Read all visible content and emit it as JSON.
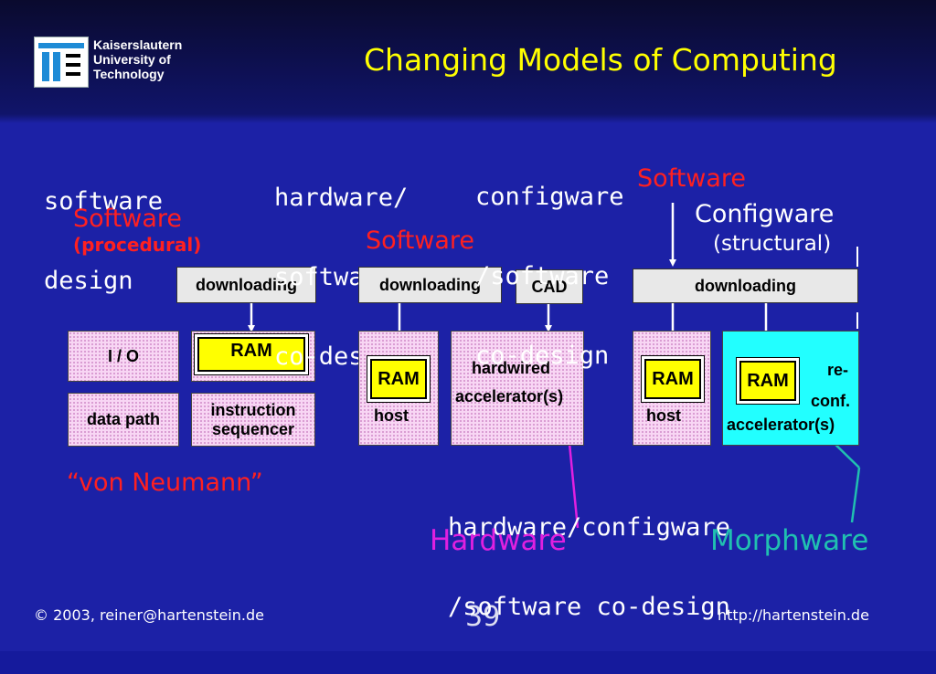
{
  "header": {
    "university": [
      "Kaiserslautern",
      "University of",
      "Technology"
    ],
    "title": "Changing Models of Computing"
  },
  "col1": {
    "heading": [
      "software",
      "design"
    ],
    "software": "Software",
    "procedural": "(procedural)",
    "downloading": "downloading",
    "io": "I / O",
    "ram": "RAM",
    "data_path": "data path",
    "instruction_sequencer": [
      "instruction",
      "sequencer"
    ],
    "von_neumann": "“von Neumann”"
  },
  "col2": {
    "heading": [
      "hardware/",
      "software",
      "co-design"
    ],
    "software": "Software",
    "downloading": "downloading",
    "cad": "CAD",
    "ram": "RAM",
    "host": "host",
    "hardwired": "hardwired",
    "accelerator": "accelerator(s)"
  },
  "col3": {
    "heading": [
      "configware",
      "/software",
      "co-design"
    ],
    "software": "Software",
    "configware": "Configware",
    "structural": "(structural)",
    "downloading": "downloading",
    "ram": "RAM",
    "host": "host",
    "ram2": "RAM",
    "reconf": [
      "re-",
      "conf."
    ],
    "accelerator": "accelerator(s)"
  },
  "bottom": {
    "hwcfg": [
      "hardware/configware",
      "/software co-design"
    ],
    "hardware": "Hardware",
    "morphware": "Morphware"
  },
  "footer": {
    "copyright_symbol": "©",
    "copyright": "2003, reiner@hartenstein.de",
    "page": "39",
    "url": "http://hartenstein.de"
  },
  "colors": {
    "title": "#ffff00",
    "red": "#ff2020",
    "hardware": "#e020e0",
    "morphware": "#20c0b0",
    "background": "#1c21a6"
  }
}
